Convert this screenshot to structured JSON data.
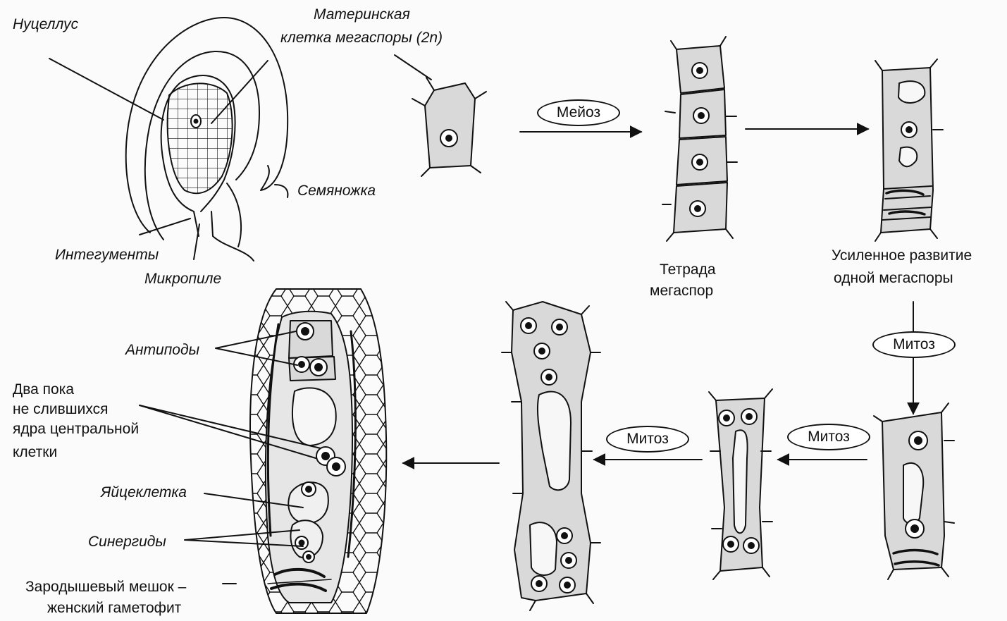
{
  "labels": {
    "nucellus": "Нуцеллус",
    "mother_cell_1": "Материнская",
    "mother_cell_2": "клетка мегаспоры (2n)",
    "funiculus": "Семяножка",
    "integuments": "Интегументы",
    "micropyle": "Микропиле",
    "tetrad_1": "Тетрада",
    "tetrad_2": "мегаспор",
    "enhanced_1": "Усиленное развитие",
    "enhanced_2": "одной мегаспоры",
    "antipodes": "Антиподы",
    "nuclei_1": "Два пока",
    "nuclei_2": "не слившихся",
    "nuclei_3": "ядра центральной",
    "nuclei_4": "клетки",
    "egg_cell": "Яйцеклетка",
    "synergids": "Синергиды",
    "sac_1": "Зародышевый мешок –",
    "sac_2": "женский гаметофит"
  },
  "process": {
    "meiosis": "Мейоз",
    "mitosis_down": "Митоз",
    "mitosis_mid": "Митоз",
    "mitosis_left": "Митоз"
  },
  "colors": {
    "ink": "#111111",
    "cytoplasm": "#d9d9d9",
    "vacuole": "#f7f7f7",
    "background": "#fbfbfb"
  }
}
